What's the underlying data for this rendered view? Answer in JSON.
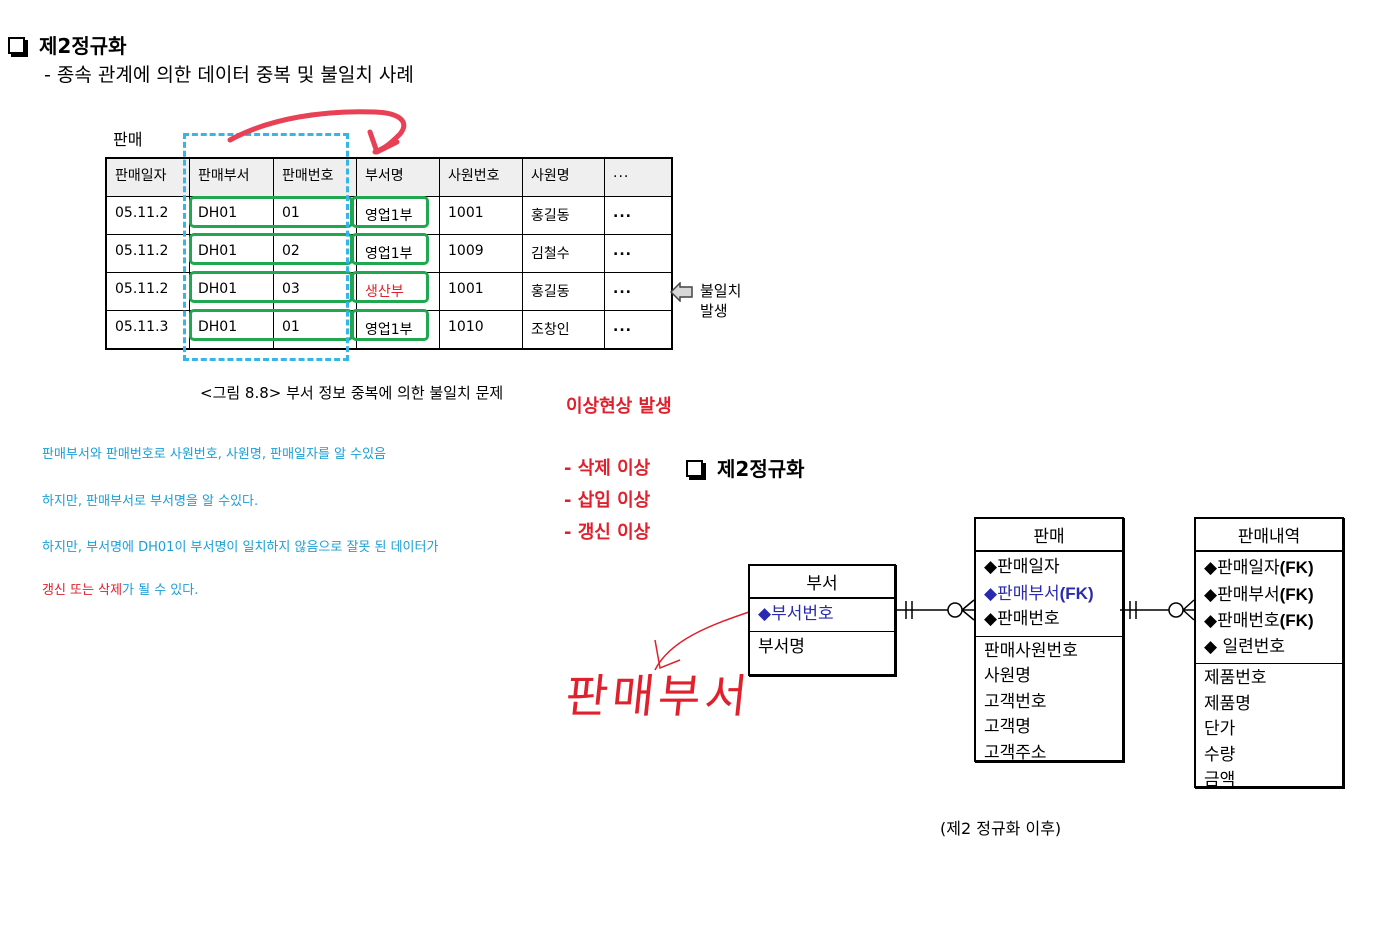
{
  "heading": "제2정규화",
  "subheading": "-   종속 관계에 의한 데이터 중복 및 불일치 사례",
  "table_label": "판매",
  "table": {
    "headers": [
      "판매일자",
      "판매부서",
      "판매번호",
      "부서명",
      "사원번호",
      "사원명",
      "..."
    ],
    "rows": [
      [
        "05.11.2",
        "DH01",
        "01",
        "영업1부",
        "1001",
        "홍길동",
        "..."
      ],
      [
        "05.11.2",
        "DH01",
        "02",
        "영업1부",
        "1009",
        "김철수",
        "..."
      ],
      [
        "05.11.2",
        "DH01",
        "03",
        "생산부",
        "1001",
        "홍길동",
        "..."
      ],
      [
        "05.11.3",
        "DH01",
        "01",
        "영업1부",
        "1010",
        "조창인",
        "..."
      ]
    ],
    "highlight_color": "#e0202c"
  },
  "inconsistency_label_1": "불일치",
  "inconsistency_label_2": "발생",
  "figure_caption": "<그림 8.8> 부서 정보 중복에 의한 불일치 문제",
  "notes": [
    "판매부서와 판매번호로 사원번호, 사원명, 판매일자를 알 수있음",
    "하지만, 판매부서로 부서명을 알 수있다.",
    "하지만, 부서명에 DH01이 부서명이 일치하지 않음으로 잘못 된 데이터가"
  ],
  "note_last": {
    "red_1": "갱신 또는 삭제",
    "mid": "가 될 수 있다."
  },
  "anomaly": {
    "title": "이상현상 발생",
    "items": [
      "- 삭제 이상",
      "- 삽입 이상",
      "- 갱신 이상"
    ]
  },
  "heading2": "제2정규화",
  "handwriting": "판매부서",
  "erd": {
    "dept": {
      "name": "부서",
      "pk": [
        "부서번호"
      ],
      "attrs": [
        "부서명"
      ]
    },
    "sales": {
      "name": "판매",
      "pk": [
        "판매일자",
        "판매부서",
        "판매번호"
      ],
      "pk_fk": [
        false,
        true,
        false
      ],
      "attrs": [
        "판매사원번호",
        "사원명",
        "고객번호",
        "고객명",
        "고객주소"
      ]
    },
    "detail": {
      "name": "판매내역",
      "pk": [
        "판매일자",
        "판매부서",
        "판매번호",
        " 일련번호"
      ],
      "pk_fk": [
        true,
        true,
        true,
        false
      ],
      "attrs": [
        "제품번호",
        "제품명",
        "단가",
        "수량",
        "금액"
      ]
    },
    "fk_label": "(FK)",
    "caption": "(제2 정규화 이후)"
  },
  "colors": {
    "blue_box": "#35b6e6",
    "green_box": "#1fa84f",
    "red": "#e0202c",
    "note_blue": "#1a9fd6"
  }
}
